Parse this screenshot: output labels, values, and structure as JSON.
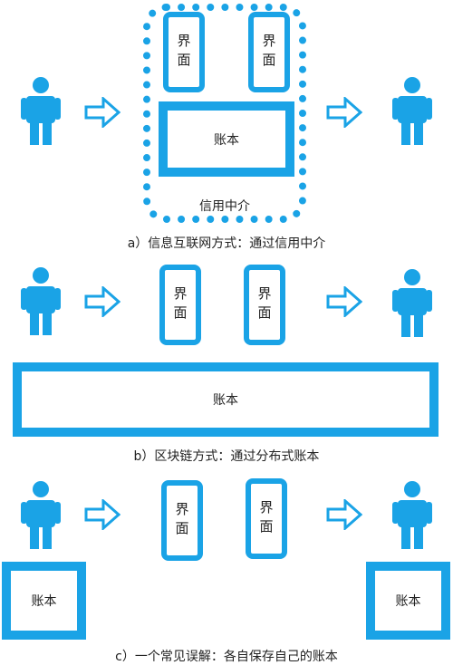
{
  "colors": {
    "accent": "#1aa3e6"
  },
  "icons": {
    "person": "person-icon",
    "arrow": "right-arrow-icon"
  },
  "interface_label": "界面",
  "ledger_label": "账本",
  "panel_a": {
    "middleman_label": "信用中介",
    "caption": "a）信息互联网方式：通过信用中介"
  },
  "panel_b": {
    "caption": "b）区块链方式：通过分布式账本"
  },
  "panel_c": {
    "caption": "c）一个常见误解：各自保存自己的账本"
  }
}
